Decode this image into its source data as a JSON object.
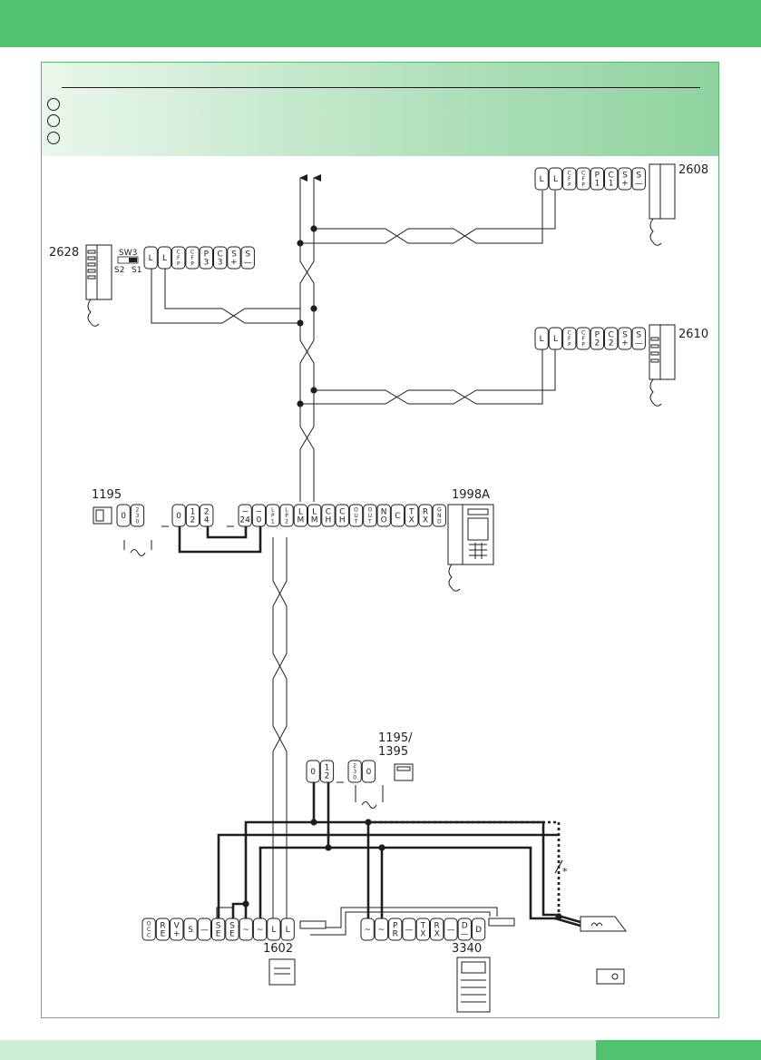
{
  "labels": {
    "monitor_2628": "2628",
    "monitor_2608": "2608",
    "monitor_2610": "2610",
    "psu_1195": "1195",
    "switchboard_1998a": "1998A",
    "psu_1195_1395_line1": "1195/",
    "psu_1195_1395_line2": "1395",
    "panel_1602": "1602",
    "keypad_3340": "3340",
    "switch_sw3": "SW3",
    "switch_s2": "S2",
    "switch_s1": "S1",
    "lock_cable_note": "*"
  },
  "terminals": {
    "2628": [
      [
        "L"
      ],
      [
        "L"
      ],
      [
        "C",
        "F",
        "P"
      ],
      [
        "C",
        "F",
        "P"
      ],
      [
        "P",
        "3"
      ],
      [
        "C",
        "3"
      ],
      [
        "S",
        "+"
      ],
      [
        "S",
        "—"
      ]
    ],
    "2608": [
      [
        "L"
      ],
      [
        "L"
      ],
      [
        "C",
        "F",
        "P"
      ],
      [
        "C",
        "F",
        "P"
      ],
      [
        "P",
        "1"
      ],
      [
        "C",
        "1"
      ],
      [
        "S",
        "+"
      ],
      [
        "S",
        "—"
      ]
    ],
    "2610": [
      [
        "L"
      ],
      [
        "L"
      ],
      [
        "C",
        "F",
        "P"
      ],
      [
        "C",
        "F",
        "P"
      ],
      [
        "P",
        "2"
      ],
      [
        "C",
        "2"
      ],
      [
        "S",
        "+"
      ],
      [
        "S",
        "—"
      ]
    ],
    "1195_mains": [
      [
        "0"
      ],
      [
        "2",
        "3",
        "0"
      ]
    ],
    "1195_out": [
      [
        "0"
      ],
      [
        "1",
        "2"
      ],
      [
        "2",
        "4"
      ]
    ],
    "1998A": [
      [
        "~",
        "24"
      ],
      [
        "~",
        "0"
      ],
      [
        "L",
        "P",
        "1"
      ],
      [
        "L",
        "P",
        "2"
      ],
      [
        "L",
        "M"
      ],
      [
        "L",
        "M"
      ],
      [
        "C",
        "H"
      ],
      [
        "C",
        "H"
      ],
      [
        "O",
        "U",
        "T"
      ],
      [
        "O",
        "U",
        "T"
      ],
      [
        "N",
        "O"
      ],
      [
        "C"
      ],
      [
        "T",
        "X"
      ],
      [
        "R",
        "X"
      ],
      [
        "G",
        "N",
        "D"
      ]
    ],
    "1195_1395_out": [
      [
        "0"
      ],
      [
        "1",
        "2"
      ]
    ],
    "1195_1395_mains": [
      [
        "2",
        "3",
        "0"
      ],
      [
        "0"
      ]
    ],
    "1602": [
      [
        "O",
        "C",
        "C"
      ],
      [
        "R",
        "E"
      ],
      [
        "V",
        "+"
      ],
      [
        "S"
      ],
      [
        "—"
      ],
      [
        "S",
        "E"
      ],
      [
        "S",
        "E"
      ],
      [
        "~"
      ],
      [
        "~"
      ],
      [
        "L"
      ],
      [
        "L"
      ]
    ],
    "3340": [
      [
        "~"
      ],
      [
        "~"
      ],
      [
        "P",
        "R"
      ],
      [
        "—"
      ],
      [
        "T",
        "X"
      ],
      [
        "R",
        "X"
      ],
      [
        "—"
      ],
      [
        "D",
        "—"
      ],
      [
        "D"
      ]
    ]
  }
}
